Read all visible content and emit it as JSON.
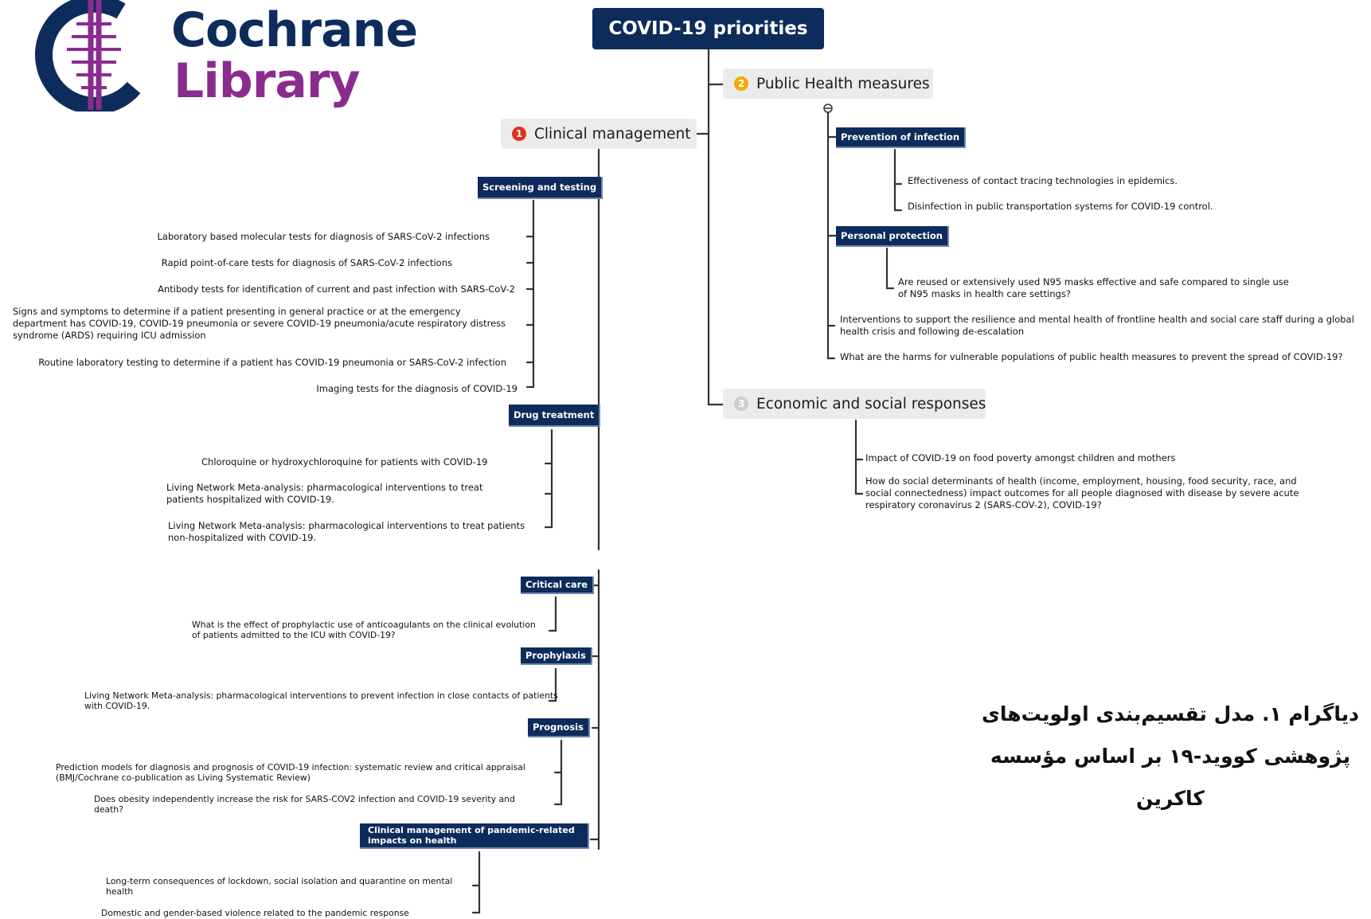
{
  "brand": {
    "line1": "Cochrane",
    "line2": "Library",
    "color1": "#0d2c5c",
    "color2": "#8a2c8e"
  },
  "root": {
    "label": "COVID-19 priorities"
  },
  "branches": {
    "public_health": {
      "number": "2",
      "label": "Public Health measures",
      "num_color": "#f2a900"
    },
    "clinical": {
      "number": "1",
      "label": "Clinical management",
      "num_color": "#e0301e"
    },
    "economic": {
      "number": "3",
      "label": "Economic and social responses",
      "num_color": "#cfcfcf"
    }
  },
  "public_health": {
    "prevention": {
      "label": "Prevention of infection",
      "items": [
        "Effectiveness of contact tracing technologies in epidemics.",
        "Disinfection in public transportation systems for COVID-19 control."
      ]
    },
    "personal": {
      "label": "Personal protection",
      "items": [
        "Are reused or extensively used N95 masks effective and safe compared to single use of N95 masks in health care settings?"
      ]
    },
    "other_items": [
      "Interventions to support the resilience and mental health of frontline health and social care staff during a global health crisis and following de-escalation",
      "What are the harms for vulnerable populations of public health measures to prevent the spread of COVID-19?"
    ]
  },
  "economic": {
    "items": [
      "Impact of COVID-19 on food poverty amongst children and mothers",
      "How do social determinants of health (income, employment, housing, food security, race, and social connectedness) impact outcomes for all people diagnosed with disease by severe acute respiratory coronavirus 2 (SARS-COV-2), COVID-19?"
    ]
  },
  "clinical": {
    "screening": {
      "label": "Screening and testing",
      "items": [
        "Laboratory based molecular tests for diagnosis of SARS-CoV-2 infections",
        "Rapid point-of-care tests for diagnosis of SARS-CoV-2 infections",
        "Antibody tests for identification of current and past infection with SARS-CoV-2",
        "Signs and symptoms to determine if a patient presenting in general practice or at the emergency department has COVID-19, COVID-19 pneumonia or severe COVID-19 pneumonia/acute respiratory distress syndrome (ARDS) requiring ICU admission",
        "Routine laboratory testing to determine if a patient has COVID-19 pneumonia or SARS-CoV-2 infection",
        "Imaging tests for the diagnosis of COVID-19"
      ]
    },
    "drug": {
      "label": "Drug treatment",
      "items": [
        "Chloroquine or hydroxychloroquine for patients with COVID-19",
        "Living Network Meta-analysis: pharmacological interventions to treat patients hospitalized with COVID-19.",
        "Living Network Meta-analysis: pharmacological interventions to treat patients non-hospitalized with COVID-19."
      ]
    },
    "critical": {
      "label": "Critical care",
      "items": [
        "What is the effect of prophylactic use of anticoagulants on the clinical evolution of patients admitted to the ICU with COVID-19?"
      ]
    },
    "prophylaxis": {
      "label": "Prophylaxis",
      "items": [
        "Living Network Meta-analysis: pharmacological interventions to prevent infection in close contacts of patients with COVID-19."
      ]
    },
    "prognosis": {
      "label": "Prognosis",
      "items": [
        "Prediction models for diagnosis and prognosis of COVID-19 infection: systematic review and critical appraisal (BMJ/Cochrane co-publication as Living Systematic Review)",
        "Does obesity independently increase the risk for SARS-COV2 infection and COVID-19 severity and death?"
      ]
    },
    "pandemic": {
      "label": "Clinical management of pandemic-related impacts on health",
      "items": [
        "Long-term consequences of lockdown, social isolation and quarantine on mental health",
        "Domestic and gender-based violence related to the pandemic response"
      ]
    }
  },
  "caption": {
    "line1": "دیاگرام ۱. مدل تقسیم‌بندی اولویت‌های",
    "line2": "پژوهشی کووید-۱۹ بر اساس مؤسسه",
    "line3": "کاکرین"
  }
}
